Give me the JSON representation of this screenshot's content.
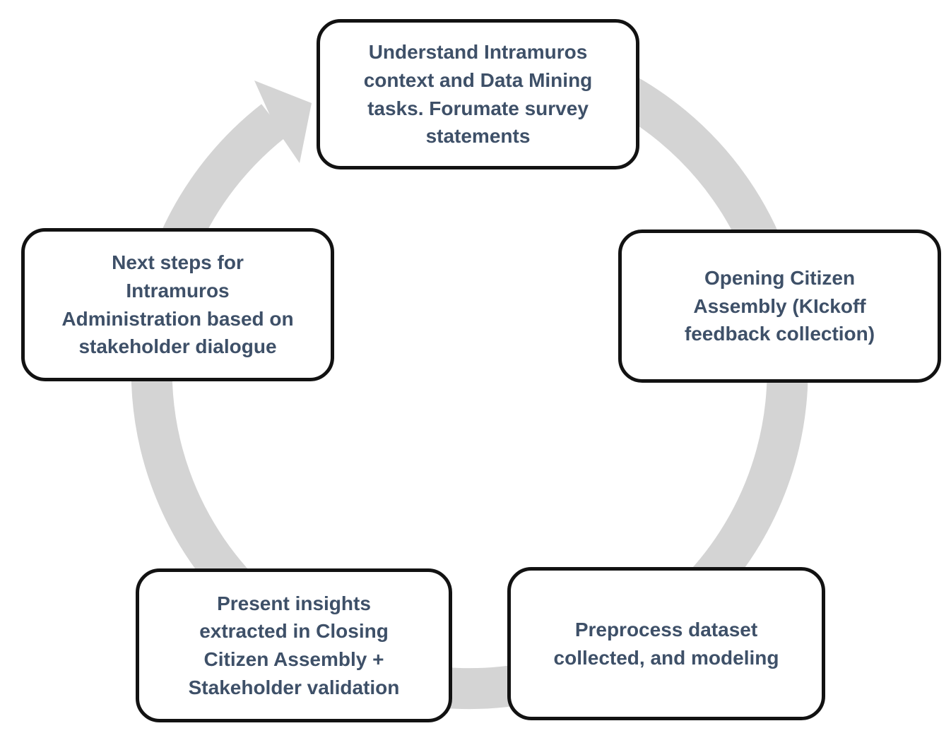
{
  "diagram": {
    "type": "cycle",
    "arrow": {
      "shape": "circular-ring",
      "direction": "clockwise",
      "arrowhead_position": "top-left"
    },
    "steps": [
      {
        "id": "understand-context",
        "position": "top",
        "text": "Understand Intramuros\ncontext and Data Mining\ntasks. Forumate survey\nstatements"
      },
      {
        "id": "opening-citizen-assembly",
        "position": "right",
        "text": "Opening Citizen\nAssembly (KIckoff\nfeedback collection)"
      },
      {
        "id": "preprocess-dataset",
        "position": "bottom-right",
        "text": "Preprocess dataset\ncollected, and modeling"
      },
      {
        "id": "present-insights",
        "position": "bottom-left",
        "text": "Present insights\nextracted in Closing\nCitizen Assembly +\nStakeholder validation"
      },
      {
        "id": "next-steps",
        "position": "left",
        "text": "Next steps for\nIntramuros\nAdministration based on\nstakeholder dialogue"
      }
    ]
  },
  "colors": {
    "page-bg": "#ffffff",
    "ring": "#d4d4d4",
    "box-bg": "#ffffff",
    "box-border": "#121212",
    "text": "#3e5068"
  }
}
